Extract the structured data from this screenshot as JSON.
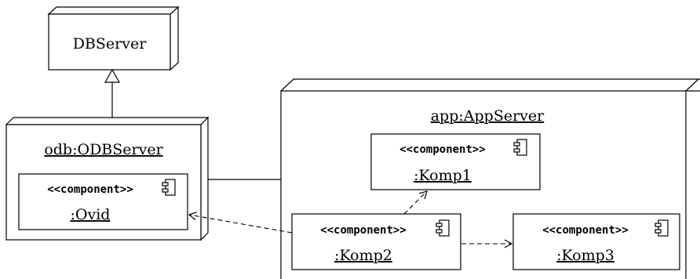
{
  "nodes": {
    "dbserver": {
      "label": "DBServer"
    },
    "odbserver": {
      "label": "odb:ODBServer"
    },
    "appserver": {
      "label": "app:AppServer"
    }
  },
  "components": {
    "ovid": {
      "stereotype": "<<component>>",
      "name": ":Ovid"
    },
    "komp1": {
      "stereotype": "<<component>>",
      "name": ":Komp1"
    },
    "komp2": {
      "stereotype": "<<component>>",
      "name": ":Komp2"
    },
    "komp3": {
      "stereotype": "<<component>>",
      "name": ":Komp3"
    }
  },
  "colors": {
    "stroke": "#000000",
    "background": "#ffffff"
  }
}
